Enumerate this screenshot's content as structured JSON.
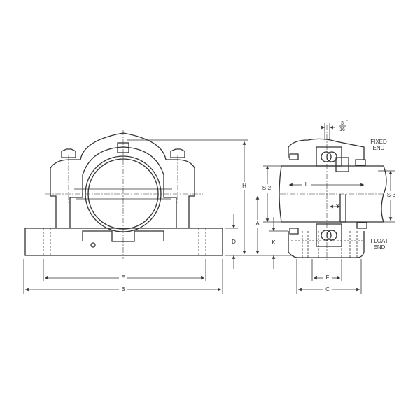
{
  "dimensions": {
    "H": "H",
    "S2": "S-2",
    "L": "L",
    "S3": "S-3",
    "A": "A",
    "Y": "Y",
    "K": "K",
    "D": "D",
    "E": "E",
    "B": "B",
    "F": "F",
    "C": "C",
    "offset_num": "3",
    "offset_den": "16",
    "offset_unit": "\""
  },
  "notes": {
    "fixed_end_1": "FIXED",
    "fixed_end_2": "END",
    "float_end_1": "FLOAT",
    "float_end_2": "END"
  }
}
